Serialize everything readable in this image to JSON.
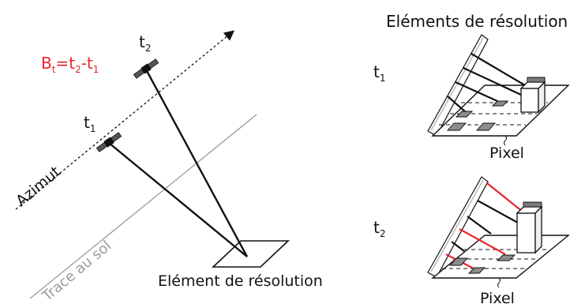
{
  "left": {
    "baseline_var": "B",
    "baseline_sub": "t",
    "baseline_eq": "=t",
    "baseline_sub2": "2",
    "baseline_minus": "-t",
    "baseline_sub3": "1",
    "t_letter": "t",
    "t1_sub": "1",
    "t2_sub": "2",
    "azimut": "Azimut",
    "ground_track": "Trace au sol",
    "resolution_element": "Elément de résolution"
  },
  "right": {
    "title": "Eléments de résolution",
    "t_letter": "t",
    "t1_sub": "1",
    "t2_sub": "2",
    "pixel_top": "Pixel",
    "pixel_bottom": "Pixel"
  },
  "colors": {
    "baseline": "#e8262d",
    "red_ray": "#e8262d",
    "ground_track": "#9a9a9a",
    "ink": "#111111",
    "building_top": "#7a7a7a",
    "roof_patch": "#8c8c8c"
  }
}
